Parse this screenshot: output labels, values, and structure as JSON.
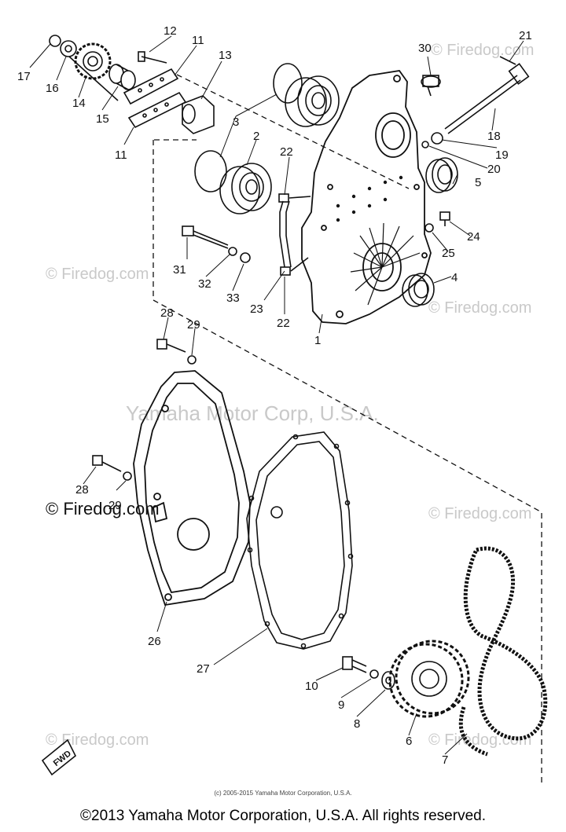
{
  "watermarks": {
    "center": "Yamaha Motor Corp, U.S.A.",
    "firedog": "© Firedog.com"
  },
  "footer": {
    "small_copyright": "(c) 2005-2015 Yamaha Motor Corporation, U.S.A.",
    "main_copyright": "©2013 Yamaha Motor Corporation, U.S.A. All rights reserved."
  },
  "fwd_label": "FWD",
  "callouts": {
    "c1": "1",
    "c2": "2",
    "c3": "3",
    "c4": "4",
    "c5": "5",
    "c6": "6",
    "c7": "7",
    "c8": "8",
    "c9": "9",
    "c10": "10",
    "c11a": "11",
    "c11b": "11",
    "c12": "12",
    "c13": "13",
    "c14": "14",
    "c15": "15",
    "c16": "16",
    "c17": "17",
    "c18": "18",
    "c19": "19",
    "c20": "20",
    "c21": "21",
    "c22a": "22",
    "c22b": "22",
    "c23": "23",
    "c24": "24",
    "c25": "25",
    "c26": "26",
    "c27": "27",
    "c28a": "28",
    "c28b": "28",
    "c29a": "29",
    "c29b": "29",
    "c30": "30",
    "c31": "31",
    "c32": "32",
    "c33": "33"
  },
  "colors": {
    "line": "#111111",
    "watermark": "#c9c9c9",
    "background": "#ffffff"
  }
}
